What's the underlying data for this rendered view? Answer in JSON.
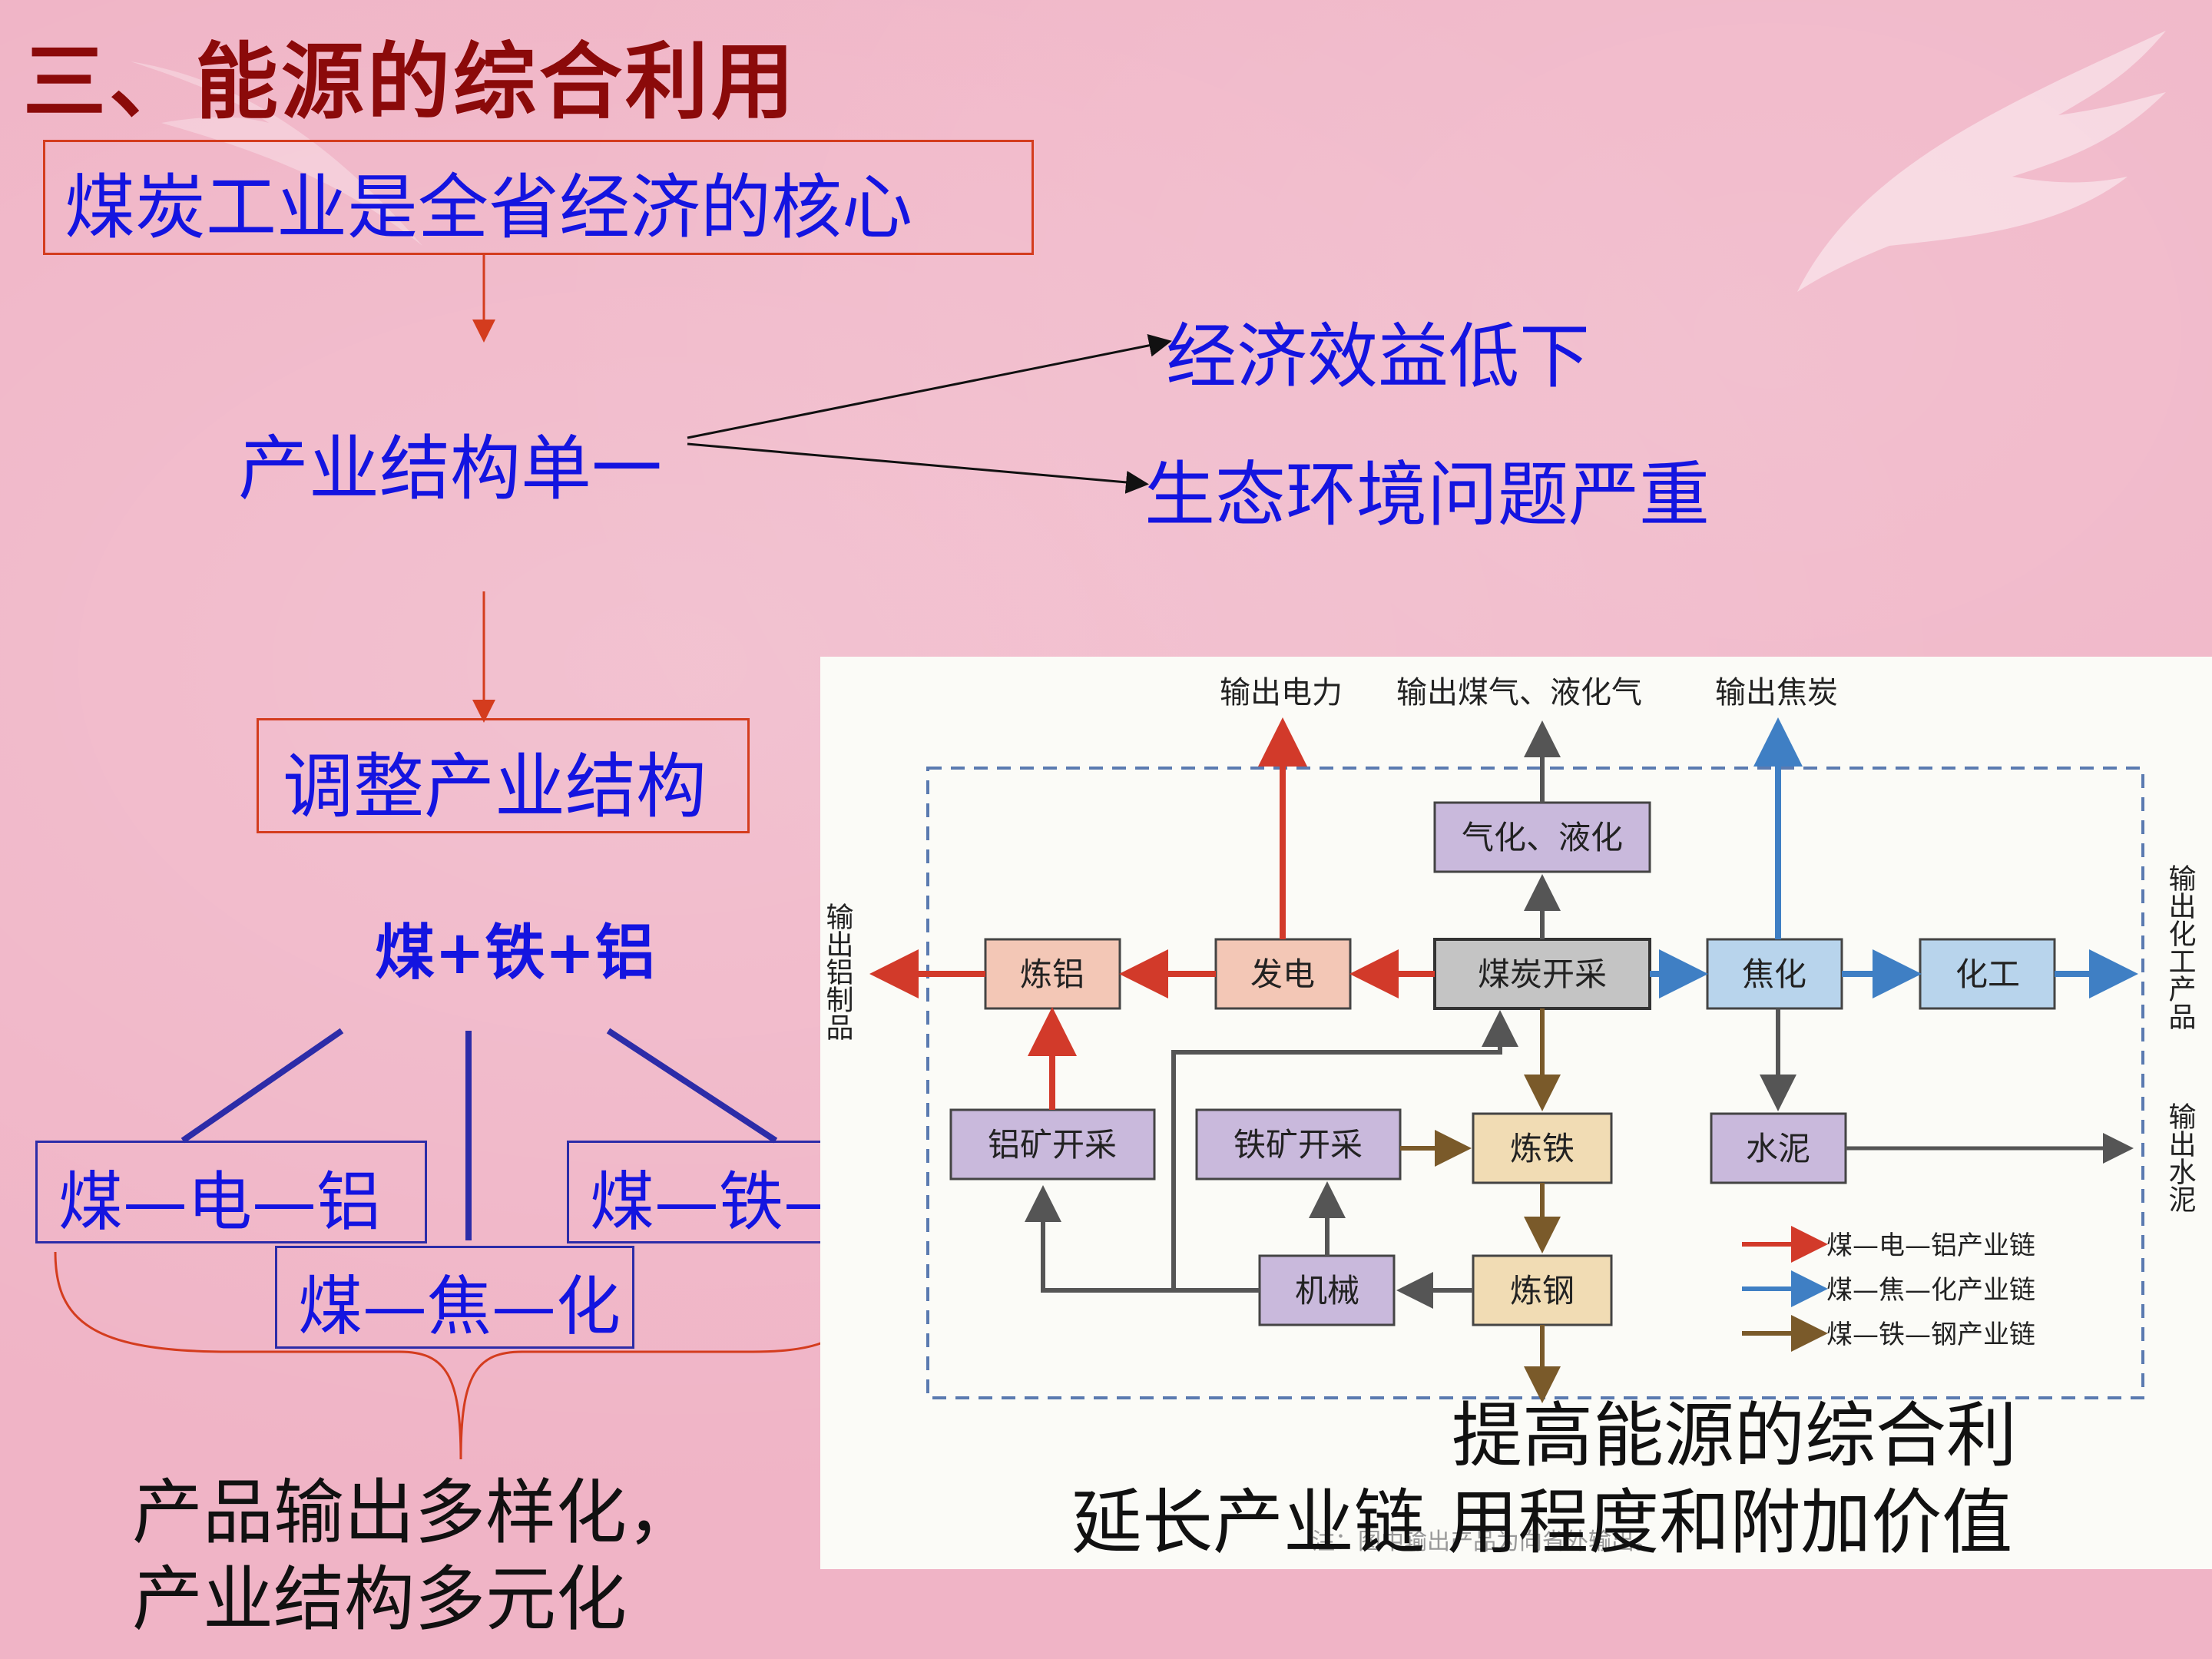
{
  "title": "三、能源的综合利用",
  "core_box": "煤炭工业是全省经济的核心",
  "single_structure": "产业结构单一",
  "effect_1": "经济效益低下",
  "effect_2": "生态环境问题严重",
  "adjust_box": "调整产业结构",
  "combo": "煤+铁+铝",
  "chains": {
    "left": "煤—电—铝",
    "middle": "煤—焦—化",
    "right": "煤—铁—钢"
  },
  "result_line1": "产品输出多样化，",
  "result_line2": "产业结构多元化",
  "caption_line1": "提高能源的综合利",
  "caption_line2": "延长产业链 用程度和附加价值",
  "flowchart": {
    "outputs_top": {
      "power": "输出电力",
      "gas": "输出煤气、液化气",
      "coke": "输出焦炭"
    },
    "output_left": "输出铝制品",
    "output_right_chem": "输出化工产品",
    "output_right_cement": "输出水泥",
    "nodes": {
      "gasify": "气化、液化",
      "smelt_al": "炼铝",
      "power_gen": "发电",
      "coal_mining": "煤炭开采",
      "coking": "焦化",
      "chemical": "化工",
      "bauxite": "铝矿开采",
      "iron_mining": "铁矿开采",
      "smelt_iron": "炼铁",
      "cement": "水泥",
      "machinery": "机械",
      "steel": "炼钢"
    },
    "legend": [
      {
        "label": "煤—电—铝产业链",
        "color": "#d23a2a"
      },
      {
        "label": "煤—焦—化产业链",
        "color": "#3f7fc4"
      },
      {
        "label": "煤—铁—钢产业链",
        "color": "#7a5a2a"
      }
    ],
    "faint_caption": "注：图中输出产品为向省外输出。"
  },
  "colors": {
    "background": "#f0b4c6",
    "title": "#8b0a0a",
    "blue_text": "#1414e0",
    "red_box": "#d43c1e"
  }
}
